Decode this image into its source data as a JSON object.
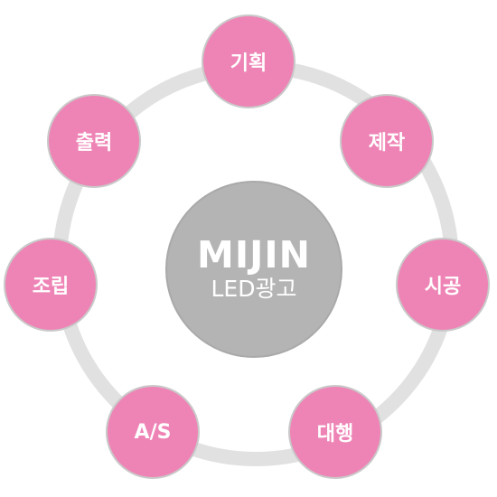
{
  "center": {
    "title": "MIJIN",
    "subtitle": "LED광고"
  },
  "nodes": [
    {
      "label": "기획"
    },
    {
      "label": "제작"
    },
    {
      "label": "시공"
    },
    {
      "label": "대행"
    },
    {
      "label": "A/S"
    },
    {
      "label": "조립"
    },
    {
      "label": "출력"
    }
  ],
  "colors": {
    "node_fill": "#ee84b5",
    "center_fill": "#b4b4b4",
    "ring": "#e1e1e1"
  }
}
